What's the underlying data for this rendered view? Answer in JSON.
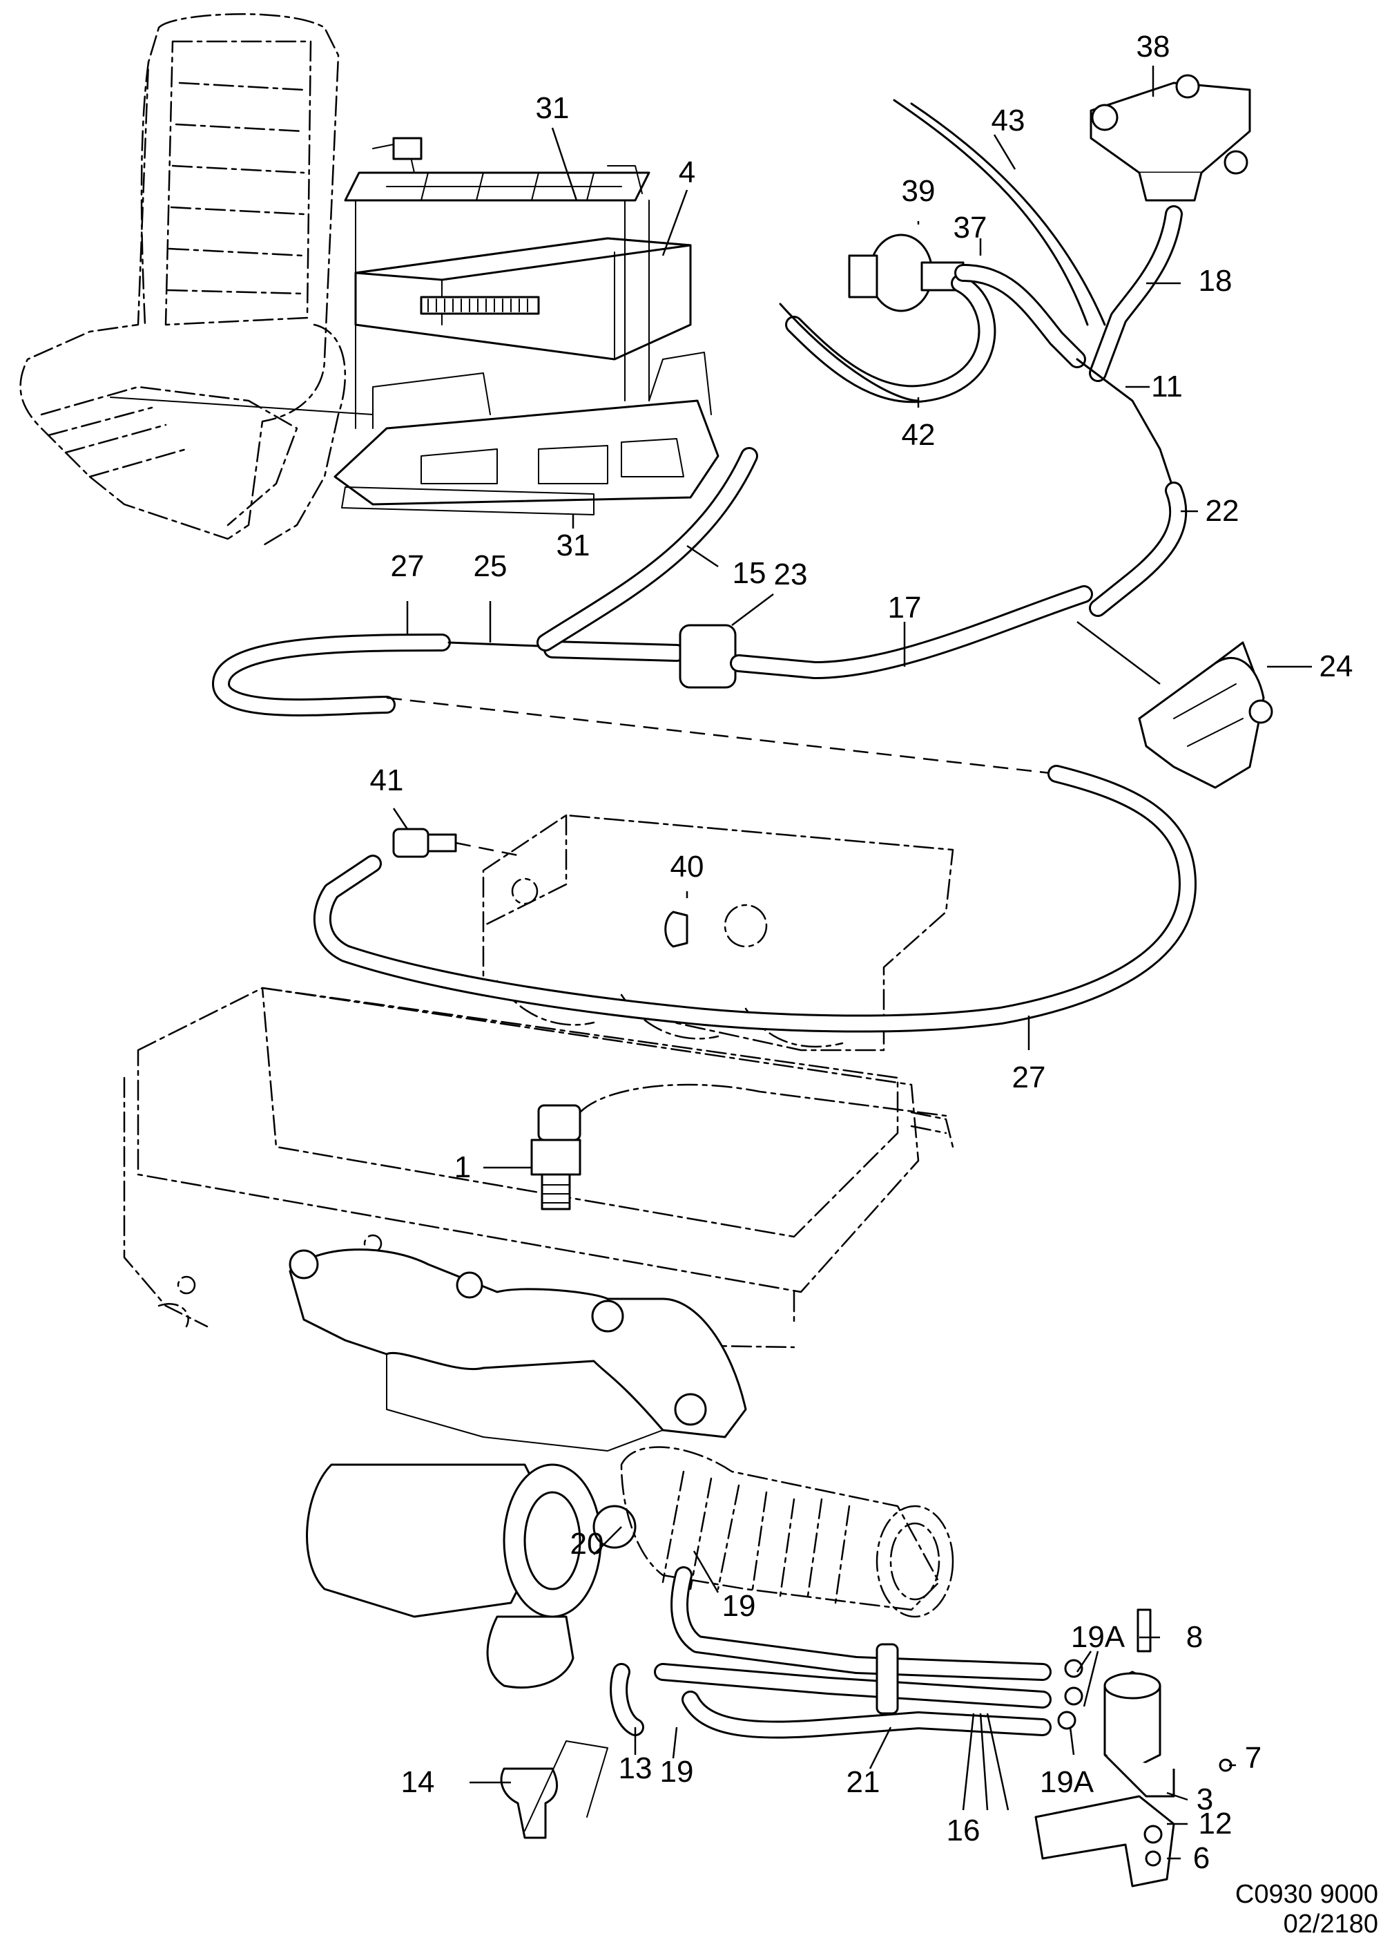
{
  "diagram": {
    "callouts": [
      {
        "id": "c31a",
        "text": "31"
      },
      {
        "id": "c4",
        "text": "4"
      },
      {
        "id": "c31b",
        "text": "31"
      },
      {
        "id": "c38",
        "text": "38"
      },
      {
        "id": "c43",
        "text": "43"
      },
      {
        "id": "c39",
        "text": "39"
      },
      {
        "id": "c37",
        "text": "37"
      },
      {
        "id": "c18",
        "text": "18"
      },
      {
        "id": "c11",
        "text": "11"
      },
      {
        "id": "c42",
        "text": "42"
      },
      {
        "id": "c22",
        "text": "22"
      },
      {
        "id": "c27a",
        "text": "27"
      },
      {
        "id": "c25",
        "text": "25"
      },
      {
        "id": "c15",
        "text": "15"
      },
      {
        "id": "c23",
        "text": "23"
      },
      {
        "id": "c17",
        "text": "17"
      },
      {
        "id": "c24",
        "text": "24"
      },
      {
        "id": "c41",
        "text": "41"
      },
      {
        "id": "c40",
        "text": "40"
      },
      {
        "id": "c27b",
        "text": "27"
      },
      {
        "id": "c1",
        "text": "1"
      },
      {
        "id": "c20",
        "text": "20"
      },
      {
        "id": "c19a",
        "text": "19"
      },
      {
        "id": "c19A1",
        "text": "19A"
      },
      {
        "id": "c8",
        "text": "8"
      },
      {
        "id": "c7",
        "text": "7"
      },
      {
        "id": "c14",
        "text": "14"
      },
      {
        "id": "c21",
        "text": "21"
      },
      {
        "id": "c16",
        "text": "16"
      },
      {
        "id": "c19A2",
        "text": "19A"
      },
      {
        "id": "c3",
        "text": "3"
      },
      {
        "id": "c12",
        "text": "12"
      },
      {
        "id": "c13",
        "text": "13"
      },
      {
        "id": "c19b",
        "text": "19"
      },
      {
        "id": "c6",
        "text": "6"
      }
    ],
    "reference": {
      "line1": "C0930 9000",
      "line2": "02/2180"
    }
  }
}
